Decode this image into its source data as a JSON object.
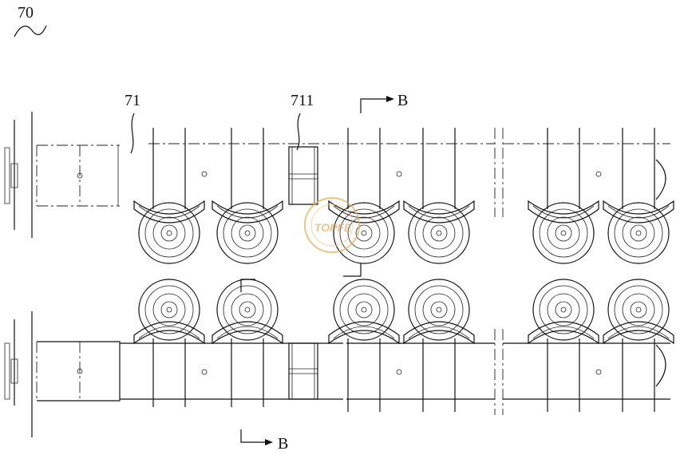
{
  "figure": {
    "ref_main": "70",
    "ref_part": "71",
    "ref_sub": "711",
    "section_top": "B",
    "section_bottom": "B"
  },
  "watermark": {
    "text": "TOPFE",
    "color": "#e8b060"
  }
}
